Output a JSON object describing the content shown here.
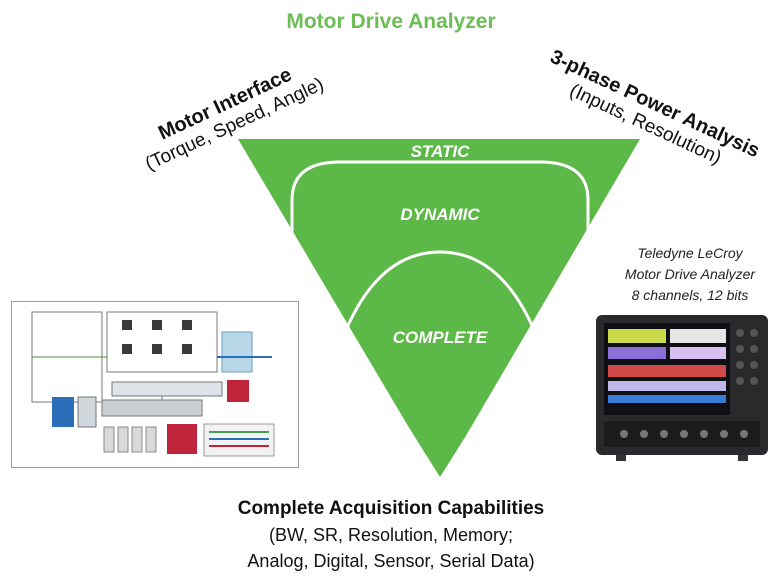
{
  "title": "Motor Drive Analyzer",
  "left_label": {
    "bold": "Motor Interface",
    "sub": "(Torque, Speed, Angle)"
  },
  "right_label": {
    "bold": "3-phase Power Analysis",
    "sub": "(Inputs, Resolution)"
  },
  "funnel": {
    "stages": [
      "STATIC",
      "DYNAMIC",
      "COMPLETE"
    ],
    "color": "#5cb847"
  },
  "scope": {
    "caption": [
      "Teledyne LeCroy",
      "Motor Drive Analyzer",
      "8 channels, 12 bits"
    ]
  },
  "bottom": {
    "bold": "Complete Acquisition Capabilities",
    "lines": [
      "(BW, SR, Resolution, Memory;",
      "Analog, Digital, Sensor, Serial Data)"
    ]
  },
  "colors": {
    "accent": "#5cb847",
    "text": "#111111"
  }
}
